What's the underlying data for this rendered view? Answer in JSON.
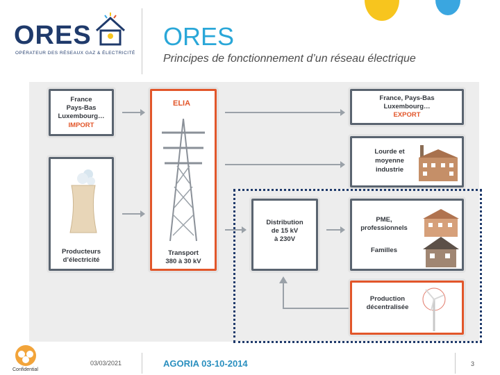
{
  "header": {
    "logo": "ORES",
    "logo_tagline": "OPÉRATEUR DES RÉSEAUX GAZ & ÉLECTRICITÉ",
    "title": "ORES",
    "subtitle": "Principes de fonctionnement d’un réseau électrique"
  },
  "diagram": {
    "import_box": {
      "line1": "France",
      "line2": "Pays-Bas",
      "line3": "Luxembourg…",
      "tag": "IMPORT"
    },
    "producers_box": {
      "line1": "Producteurs",
      "line2": "d’électricité"
    },
    "elia_box": {
      "title": "ELIA",
      "line1": "Transport",
      "line2": "380 à 30 kV"
    },
    "export_box": {
      "line1": "France, Pays-Bas",
      "line2": "Luxembourg…",
      "tag": "EXPORT"
    },
    "industry_box": {
      "line1": "Lourde et",
      "line2": "moyenne",
      "line3": "industrie"
    },
    "distribution_box": {
      "line1": "Distribution",
      "line2": "de 15 kV",
      "line3": "à 230V"
    },
    "pme_box": {
      "line1": "PME,",
      "line2": "professionnels",
      "line3": "Familles"
    },
    "decentral_box": {
      "line1": "Production",
      "line2": "décentralisée"
    }
  },
  "footer": {
    "date": "03/03/2021",
    "event": "AGORIA 03-10-2014",
    "page": "3",
    "confidential": "Confidential"
  },
  "colors": {
    "accent_blue": "#2aa7d8",
    "brand_navy": "#1f3a6b",
    "orange": "#e2562a",
    "box_border": "#5a6470"
  }
}
